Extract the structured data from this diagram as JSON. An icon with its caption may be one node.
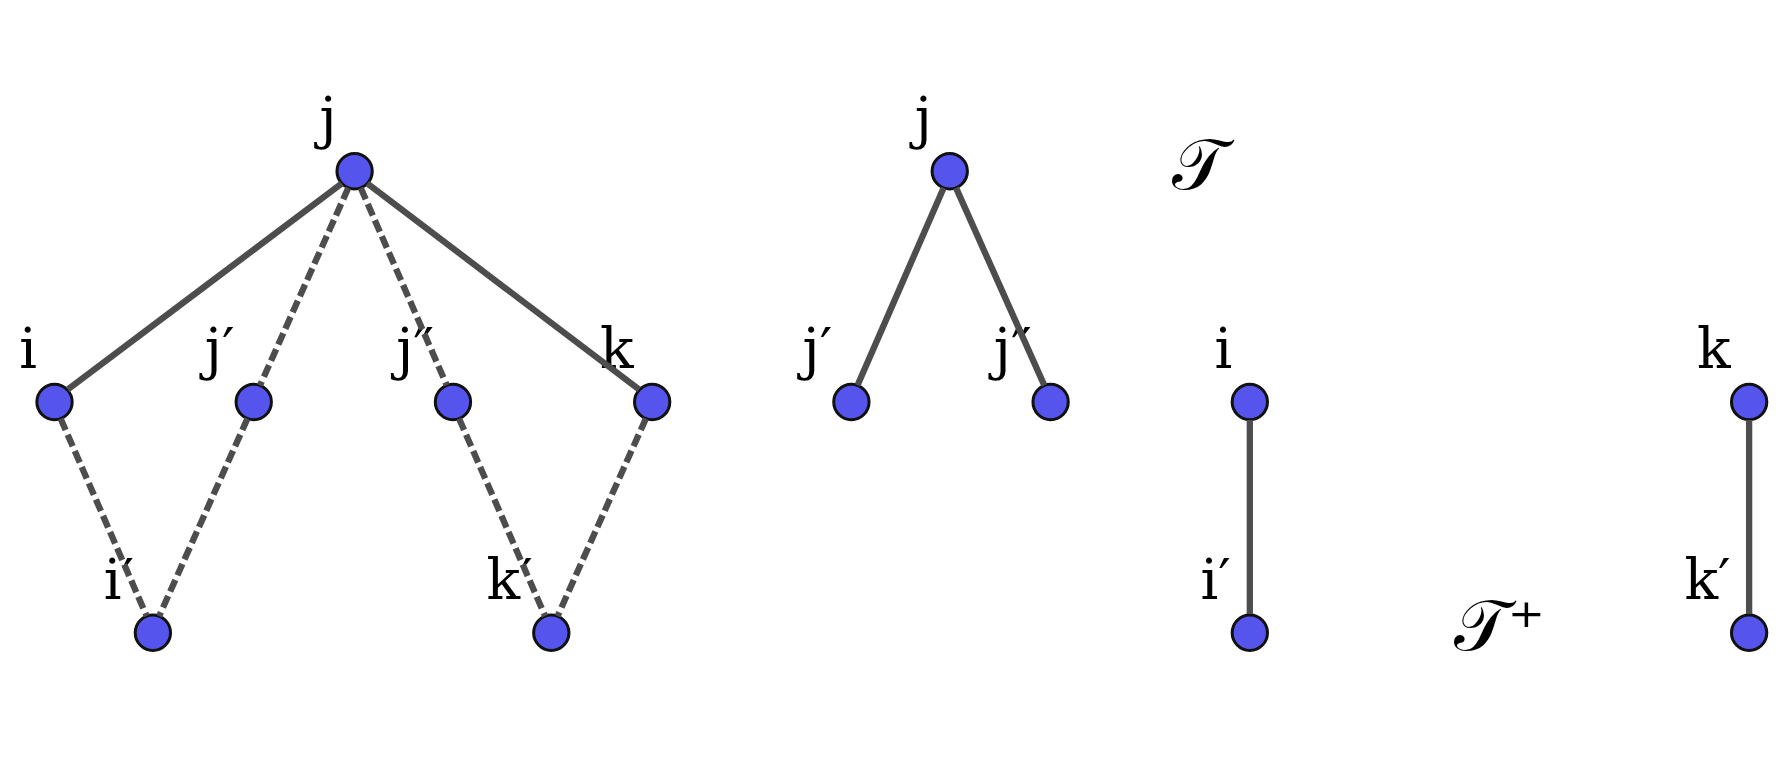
{
  "diagram": {
    "nodes": [
      {
        "text": [],
        "shape": "circle",
        "beside": [
          "j"
        ]
      },
      {
        "text": [],
        "shape": "circle",
        "beside": [
          "i"
        ]
      },
      {
        "text": [],
        "shape": "circle",
        "beside": [
          "k"
        ]
      },
      {
        "text": [],
        "shape": "circle",
        "beside": [
          "j′"
        ]
      },
      {
        "text": [],
        "shape": "circle",
        "beside": [
          "j″"
        ]
      },
      {
        "text": [],
        "shape": "circle",
        "beside": [
          "i′"
        ]
      },
      {
        "text": [],
        "shape": "circle",
        "beside": [
          "k′"
        ]
      },
      {
        "text": [],
        "shape": "circle",
        "beside": [
          "j"
        ]
      },
      {
        "text": [],
        "shape": "circle",
        "beside": [
          "i"
        ]
      },
      {
        "text": [],
        "shape": "circle",
        "beside": [
          "k"
        ]
      },
      {
        "text": [],
        "shape": "circle",
        "beside": [
          "j′"
        ]
      },
      {
        "text": [],
        "shape": "circle",
        "beside": [
          "j″"
        ]
      },
      {
        "text": [],
        "shape": "circle",
        "beside": [
          "i′"
        ]
      },
      {
        "text": [],
        "shape": "circle",
        "beside": [
          "k′"
        ]
      }
    ],
    "edges": [
      {
        "from": 0,
        "to": 1,
        "arrow": "none"
      },
      {
        "from": 0,
        "to": 2,
        "arrow": "none"
      },
      {
        "from": 0,
        "to": 3,
        "arrow": "none",
        "style": "dashed"
      },
      {
        "from": 0,
        "to": 4,
        "arrow": "none",
        "style": "dashed"
      },
      {
        "from": 1,
        "to": 5,
        "arrow": "none",
        "style": "dashed"
      },
      {
        "from": 2,
        "to": 6,
        "arrow": "none",
        "style": "dashed"
      },
      {
        "from": 3,
        "to": 5,
        "arrow": "none",
        "style": "dashed"
      },
      {
        "from": 4,
        "to": 6,
        "arrow": "none",
        "style": "dashed"
      },
      {
        "from": 7,
        "to": 10,
        "arrow": "none"
      },
      {
        "from": 7,
        "to": 11,
        "arrow": "none"
      },
      {
        "from": 8,
        "to": 12,
        "arrow": "none"
      },
      {
        "from": 9,
        "to": 13,
        "arrow": "none"
      }
    ],
    "labels": [
      "𝒯",
      "𝒯⁺"
    ]
  }
}
